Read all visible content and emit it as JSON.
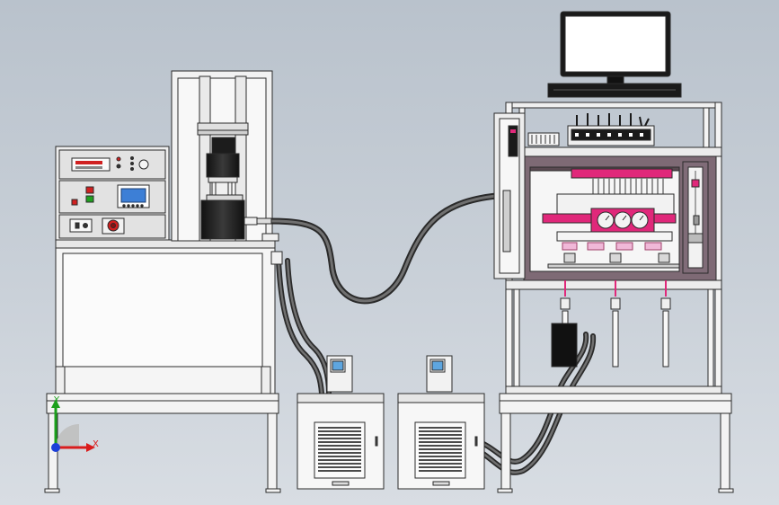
{
  "axes_triad": {
    "x_label": "X",
    "y_label": "Y"
  },
  "colors": {
    "background_top": "#b9c2cc",
    "frame": "#f2f2f2",
    "outline": "#2b2b2b",
    "hose": "#4a4a4a",
    "magenta_accent": "#e0287a",
    "lcd_blue": "#3d7fd6",
    "axis_x": "#d91c1c",
    "axis_y": "#1ca01c",
    "axis_z": "#1c3fd9"
  },
  "components": [
    {
      "id": "control-cabinet",
      "icon": "control-panel"
    },
    {
      "id": "test-press-column",
      "icon": "press"
    },
    {
      "id": "chiller-left",
      "icon": "chiller"
    },
    {
      "id": "chiller-right",
      "icon": "chiller"
    },
    {
      "id": "computer-monitor",
      "icon": "monitor"
    },
    {
      "id": "multi-station-test-cabinet",
      "icon": "test-chamber"
    }
  ]
}
